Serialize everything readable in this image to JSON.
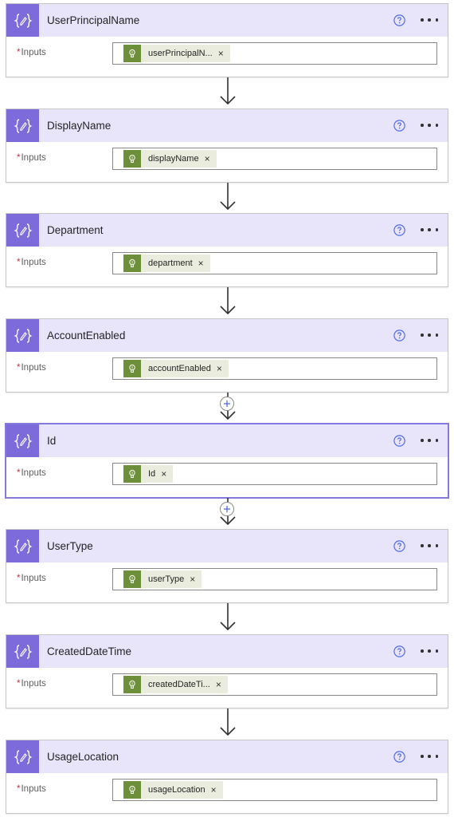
{
  "cards": [
    {
      "title": "UserPrincipalName",
      "inputs_label": "Inputs",
      "token": "userPrincipalN...",
      "selected": false
    },
    {
      "title": "DisplayName",
      "inputs_label": "Inputs",
      "token": "displayName",
      "selected": false
    },
    {
      "title": "Department",
      "inputs_label": "Inputs",
      "token": "department",
      "selected": false
    },
    {
      "title": "AccountEnabled",
      "inputs_label": "Inputs",
      "token": "accountEnabled",
      "selected": false
    },
    {
      "title": "Id",
      "inputs_label": "Inputs",
      "token": "Id",
      "selected": true
    },
    {
      "title": "UserType",
      "inputs_label": "Inputs",
      "token": "userType",
      "selected": false
    },
    {
      "title": "CreatedDateTime",
      "inputs_label": "Inputs",
      "token": "createdDateTi...",
      "selected": false
    },
    {
      "title": "UsageLocation",
      "inputs_label": "Inputs",
      "token": "usageLocation",
      "selected": false
    }
  ],
  "required_marker": "*",
  "token_remove": "×",
  "connectors": [
    "arrow",
    "arrow",
    "arrow",
    "plus-arrow",
    "plus-arrow",
    "arrow",
    "arrow"
  ],
  "icons": {
    "action": "compose-icon",
    "help": "help-icon",
    "more": "more-options-icon",
    "token": "dynamic-content-icon",
    "connector": "arrow-down-icon",
    "insert": "plus-icon"
  },
  "colors": {
    "header_bg": "#e8e5fb",
    "icon_bg": "#7d6bdb",
    "token_icon_bg": "#6e8f3a",
    "token_bg": "#eaedde",
    "selected_border": "#8378de",
    "help_blue": "#4f6bed"
  }
}
